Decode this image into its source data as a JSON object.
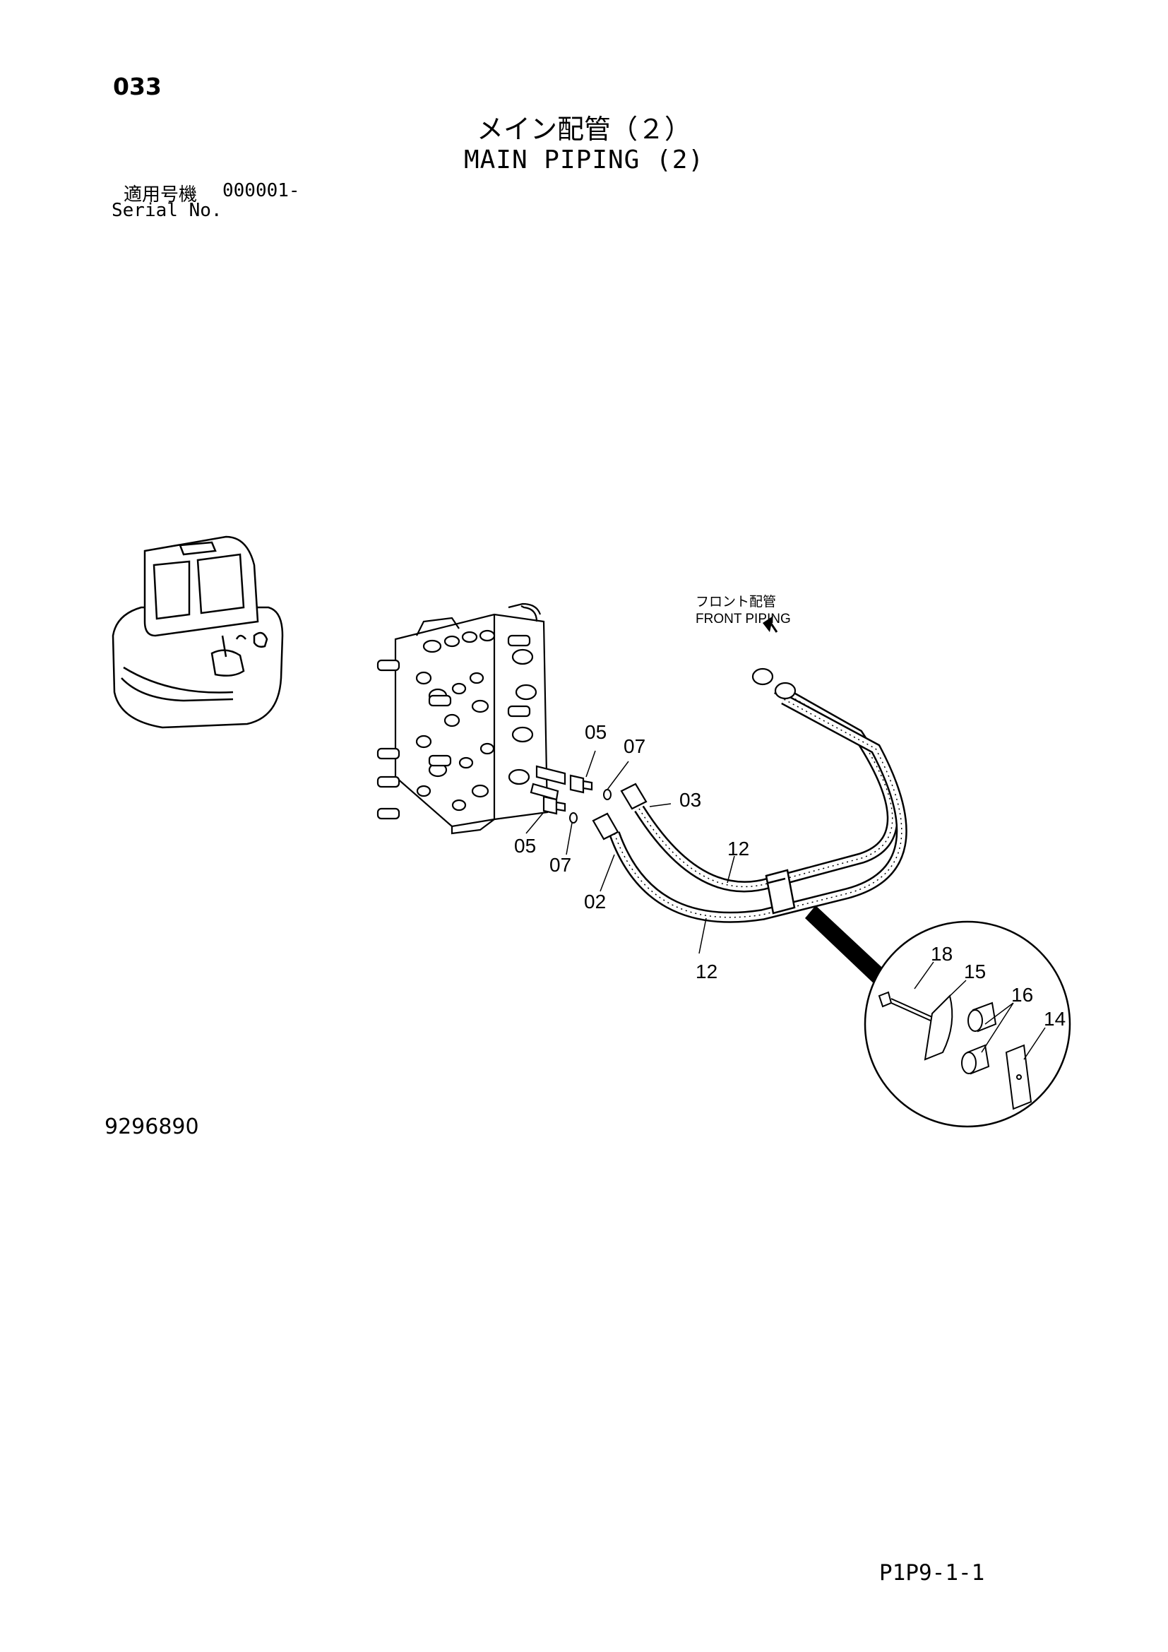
{
  "header": {
    "page_number": "033",
    "title_jp": "メイン配管（２）",
    "title_en": "MAIN PIPING (2)",
    "serial_label_jp": "適用号機",
    "serial_range": "000001-",
    "serial_label_en": "Serial No."
  },
  "diagram": {
    "front_piping_jp": "フロント配管",
    "front_piping_en": "FRONT PIPING",
    "callouts": {
      "p05a": "05",
      "p07a": "07",
      "p03": "03",
      "p05b": "05",
      "p07b": "07",
      "p02": "02",
      "p12a": "12",
      "p12b": "12",
      "p18": "18",
      "p15": "15",
      "p16": "16",
      "p14": "14"
    }
  },
  "footer": {
    "drawing_number": "9296890",
    "sheet_code": "P1P9-1-1"
  }
}
